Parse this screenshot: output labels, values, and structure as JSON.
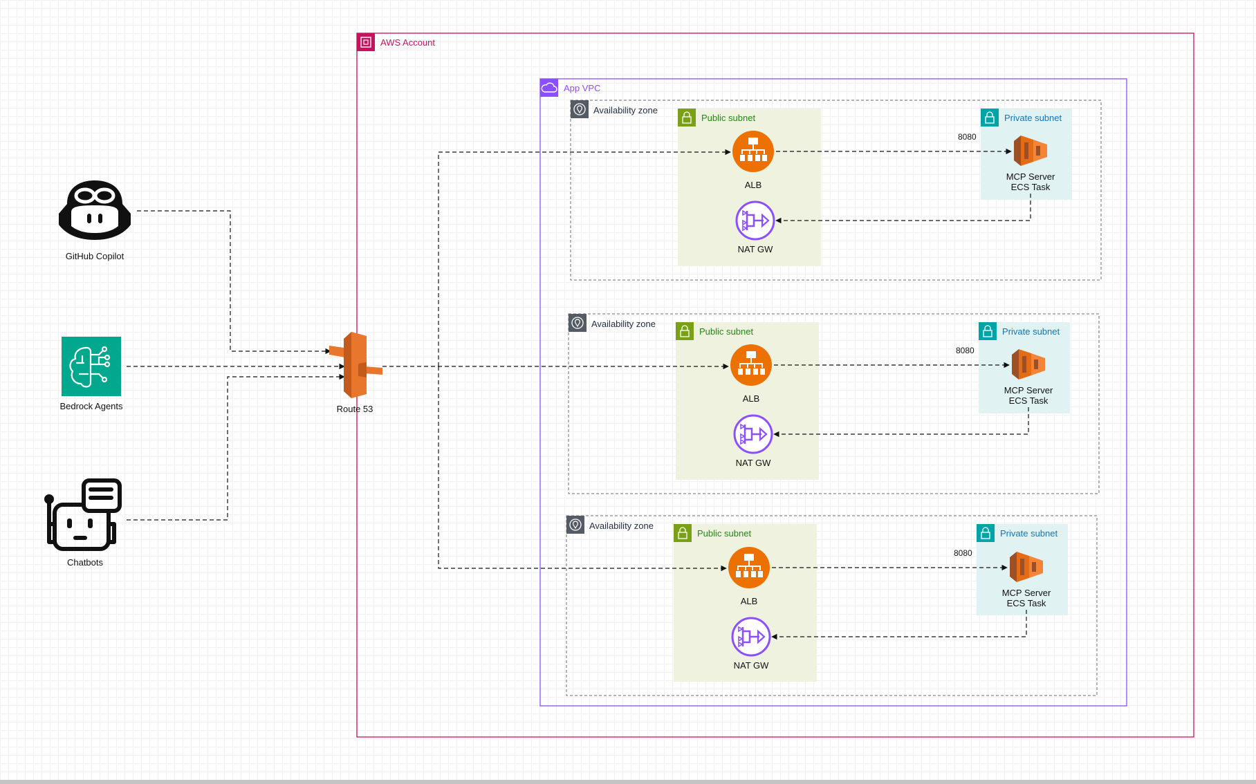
{
  "colors": {
    "aws_account": "#c7135d",
    "vpc": "#8c4fff",
    "zone_border": "#6b6b6b",
    "public_subnet_fill": "#eef2df",
    "public_subnet_text": "#248814",
    "private_subnet_fill": "#e1f2f3",
    "private_subnet_text": "#1575b2",
    "alb": "#ed7100",
    "ecs": "#e46c17",
    "nat": "#8c4fff",
    "bedrock": "#01a88d",
    "route53": "#e8762c"
  },
  "clients": [
    {
      "label": "GitHub Copilot",
      "icon": "github-copilot-icon"
    },
    {
      "label": "Bedrock Agents",
      "icon": "bedrock-icon"
    },
    {
      "label": "Chatbots",
      "icon": "chatbot-icon"
    }
  ],
  "route53": {
    "label": "Route 53",
    "icon": "route53-icon"
  },
  "aws_account": {
    "label": "AWS Account",
    "icon": "aws-account-icon"
  },
  "vpc": {
    "label": "App VPC",
    "icon": "vpc-cloud-icon"
  },
  "zones": [
    {
      "label": "Availability zone",
      "public_subnet": "Public subnet",
      "private_subnet": "Private subnet",
      "alb": "ALB",
      "nat": "NAT GW",
      "port": "8080",
      "ecs_line1": "MCP Server",
      "ecs_line2": "ECS Task"
    },
    {
      "label": "Availability zone",
      "public_subnet": "Public subnet",
      "private_subnet": "Private subnet",
      "alb": "ALB",
      "nat": "NAT GW",
      "port": "8080",
      "ecs_line1": "MCP Server",
      "ecs_line2": "ECS Task"
    },
    {
      "label": "Availability zone",
      "public_subnet": "Public subnet",
      "private_subnet": "Private subnet",
      "alb": "ALB",
      "nat": "NAT GW",
      "port": "8080",
      "ecs_line1": "MCP Server",
      "ecs_line2": "ECS Task"
    }
  ]
}
